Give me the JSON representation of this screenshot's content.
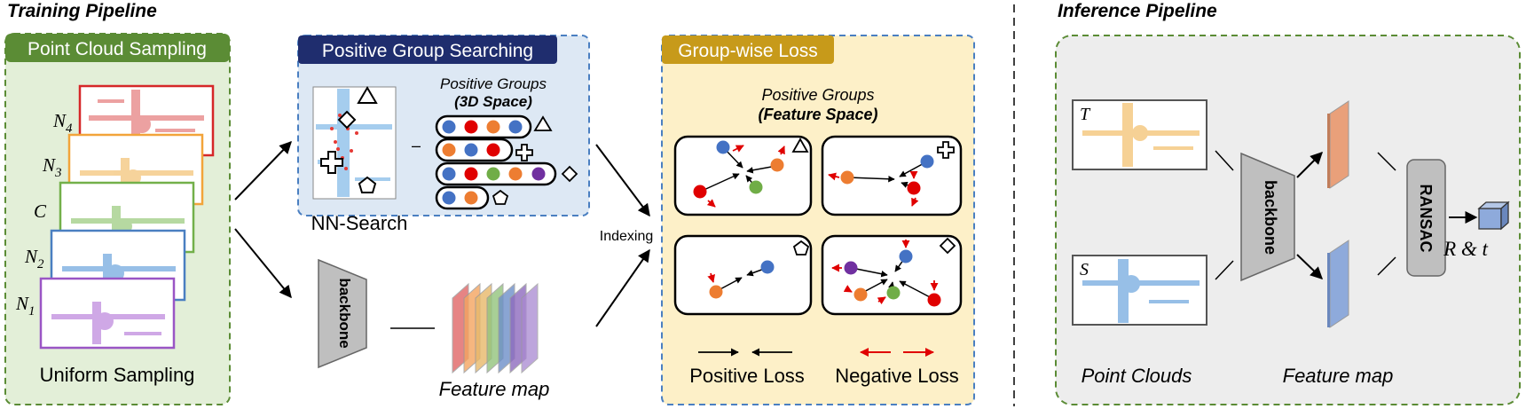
{
  "training": {
    "title": "Training Pipeline",
    "sampling": {
      "header": "Point Cloud Sampling",
      "footer": "Uniform Sampling",
      "frames": [
        {
          "label": "N",
          "sub": "4",
          "color": "#d62728"
        },
        {
          "label": "N",
          "sub": "3",
          "color": "#f2a43a"
        },
        {
          "label": "C",
          "sub": "",
          "color": "#73b04a"
        },
        {
          "label": "N",
          "sub": "2",
          "color": "#4a7fc1"
        },
        {
          "label": "N",
          "sub": "1",
          "color": "#9a55c5"
        }
      ]
    },
    "search": {
      "header": "Positive Group Searching",
      "groups_title": "Positive Groups",
      "groups_subtitle": "(3D Space)",
      "nn_label": "NN-Search",
      "dash": "–"
    },
    "backbone": "backbone",
    "feature_map": "Feature map",
    "indexing": "Indexing",
    "loss": {
      "header": "Group-wise Loss",
      "groups_title": "Positive Groups",
      "groups_subtitle": "(Feature Space)",
      "positive_label": "Positive Loss",
      "negative_label": "Negative Loss"
    }
  },
  "inference": {
    "title": "Inference Pipeline",
    "target_label": "T",
    "source_label": "S",
    "backbone": "backbone",
    "ransac": "RANSAC",
    "output": "R & t",
    "point_clouds": "Point Clouds",
    "feature_map": "Feature map"
  },
  "colors": {
    "green_header": "#5b8c35",
    "navy_header": "#1f2d6e",
    "gold_header": "#c79a1a",
    "light_green": "#e3efd8",
    "light_blue": "#dde8f4",
    "light_yellow": "#fdf0c8",
    "light_gray": "#ededed",
    "dot_blue": "#4472c4",
    "dot_red": "#e00000",
    "dot_orange": "#ed7d31",
    "dot_green": "#70ad47",
    "dot_purple": "#7030a0"
  }
}
